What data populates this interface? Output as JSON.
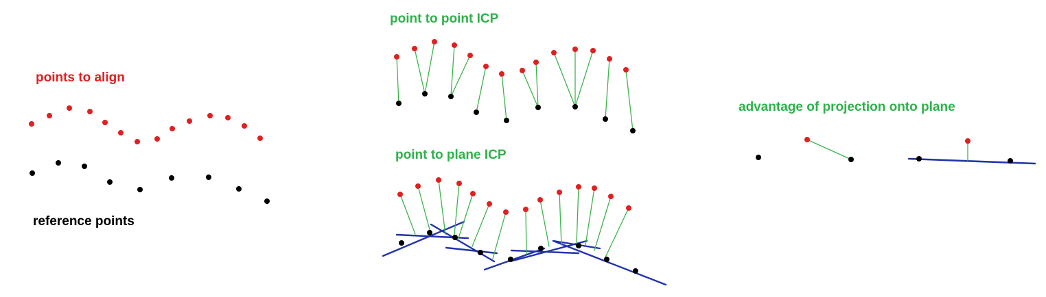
{
  "colors": {
    "source": "#e02020",
    "reference": "#000000",
    "correspondence": "#3cb44b",
    "plane": "#2233aa",
    "heading": "#2eb24a"
  },
  "labels": {
    "points_to_align": "points to align",
    "reference_points": "reference points",
    "point_to_point": "point to point ICP",
    "point_to_plane": "point to plane ICP",
    "advantage": "advantage of projection onto plane"
  }
}
